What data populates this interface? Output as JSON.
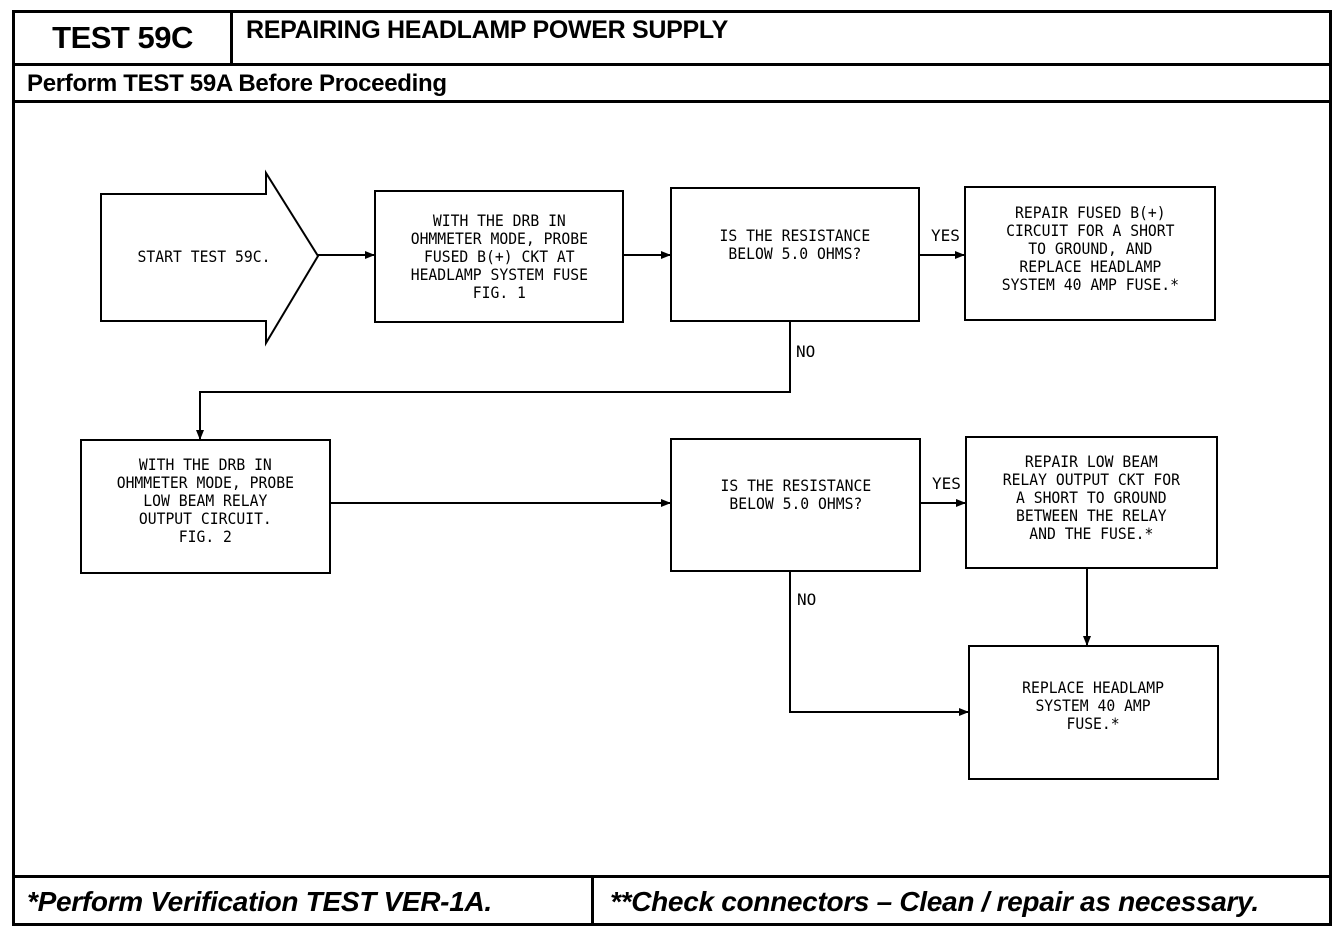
{
  "header": {
    "test_id": "TEST 59C",
    "title": "REPAIRING HEADLAMP POWER SUPPLY",
    "subtitle": "Perform TEST 59A Before Proceeding"
  },
  "flow": {
    "start": "START TEST 59C.",
    "probe_fuse": "WITH THE DRB IN\nOHMMETER MODE, PROBE\nFUSED B(+) CKT AT\nHEADLAMP SYSTEM FUSE\nFIG. 1",
    "question_1": "IS THE RESISTANCE\nBELOW 5.0 OHMS?",
    "repair_fused": "REPAIR FUSED B(+)\nCIRCUIT FOR A SHORT\nTO GROUND, AND\nREPLACE HEADLAMP\nSYSTEM 40 AMP FUSE.*",
    "probe_relay": "WITH THE DRB IN\nOHMMETER MODE, PROBE\nLOW BEAM RELAY\nOUTPUT CIRCUIT.\nFIG. 2",
    "question_2": "IS THE RESISTANCE\nBELOW 5.0 OHMS?",
    "repair_relay": "REPAIR LOW BEAM\nRELAY OUTPUT CKT FOR\nA SHORT TO GROUND\nBETWEEN THE RELAY\nAND THE FUSE.*",
    "replace_fuse": "REPLACE HEADLAMP\nSYSTEM 40 AMP\nFUSE.*",
    "yes_label": "YES",
    "no_label": "NO"
  },
  "footer": {
    "left": "*Perform Verification TEST VER-1A.",
    "right": "**Check connectors – Clean / repair as necessary."
  }
}
